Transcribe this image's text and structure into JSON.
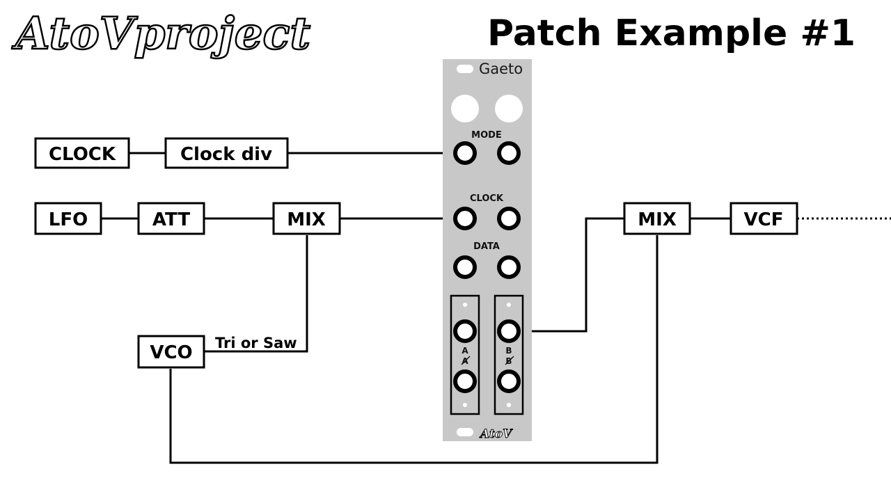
{
  "header": {
    "logo_text": "AtoVproject",
    "title": "Patch Example #1"
  },
  "module": {
    "name": "Gaeto",
    "labels": {
      "mode": "MODE",
      "clock": "CLOCK",
      "data": "DATA",
      "a": "A",
      "a_bar": "A",
      "b": "B",
      "b_bar": "B"
    },
    "footer_logo": "AtoV",
    "panel_color": "#c8c8c8"
  },
  "boxes": {
    "clock": "CLOCK",
    "clock_div": "Clock div",
    "lfo": "LFO",
    "att": "ATT",
    "mix_left": "MIX",
    "vco": "VCO",
    "mix_right": "MIX",
    "vcf": "VCF"
  },
  "annotations": {
    "vco_output": "Tri or Saw"
  }
}
